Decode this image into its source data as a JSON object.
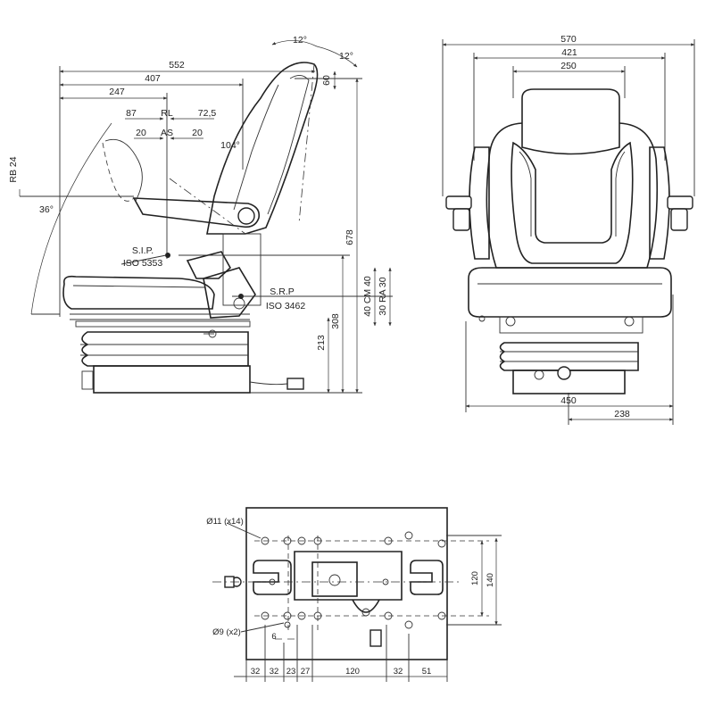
{
  "side_view": {
    "dims": {
      "width_552": "552",
      "width_407": "407",
      "width_247": "247",
      "rl_left": "87",
      "rl_label": "RL",
      "rl_right": "72,5",
      "as_left": "20",
      "as_label": "AS",
      "as_right": "20",
      "angle_back": "104°",
      "angle_tilt_left": "12°",
      "angle_tilt_right": "12°",
      "headrest_60": "60",
      "rb_label": "RB 24",
      "angle_36": "36°",
      "height_678": "678",
      "height_308": "308",
      "height_213": "213",
      "cm_label": "40  CM  40",
      "ra_label": "30  RA  30"
    },
    "labels": {
      "sip": "S.I.P.",
      "sip_iso": "ISO 5353",
      "srp": "S.R.P",
      "srp_iso": "ISO 3462"
    }
  },
  "front_view": {
    "dims": {
      "width_570": "570",
      "width_421": "421",
      "width_250": "250",
      "width_450": "450",
      "width_238": "238"
    }
  },
  "base_plate": {
    "dims": {
      "hole_11": "Ø11 (x14)",
      "hole_9": "Ø9 (x2)",
      "offset_6": "6",
      "height_120": "120",
      "height_140": "140",
      "b_32a": "32",
      "b_32b": "32",
      "b_23": "23",
      "b_27": "27",
      "b_120": "120",
      "b_32c": "32",
      "b_51": "51"
    }
  }
}
